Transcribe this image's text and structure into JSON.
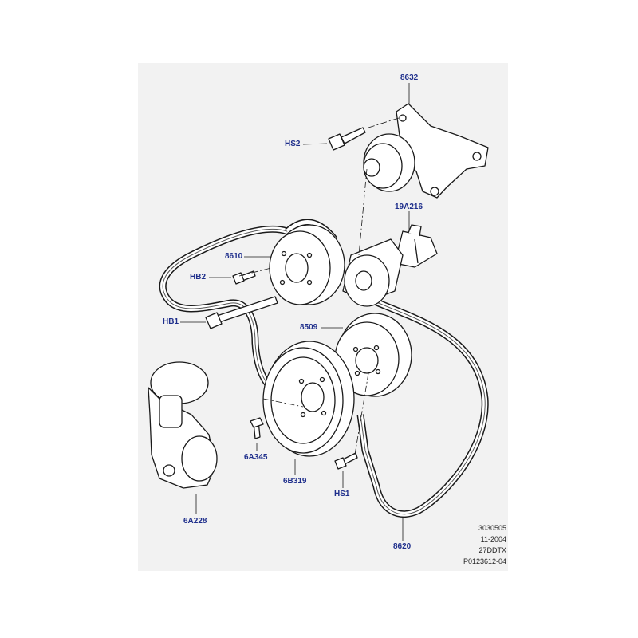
{
  "colors": {
    "label": "#1f2f8c",
    "panel": "#f2f2f2",
    "line": "#1a1a1a",
    "fill": "#ffffff",
    "shade": "#cfcfcf"
  },
  "callouts": {
    "p8632": "8632",
    "hs2": "HS2",
    "p19a216": "19A216",
    "p8610": "8610",
    "hb2": "HB2",
    "hb1": "HB1",
    "p8509": "8509",
    "p6a345": "6A345",
    "p6b319": "6B319",
    "hs1": "HS1",
    "p6a228": "6A228",
    "p8620": "8620"
  },
  "reference": {
    "line1": "3030505",
    "line2": "11-2004",
    "line3": "27DDTX",
    "line4": "P0123612-04"
  }
}
